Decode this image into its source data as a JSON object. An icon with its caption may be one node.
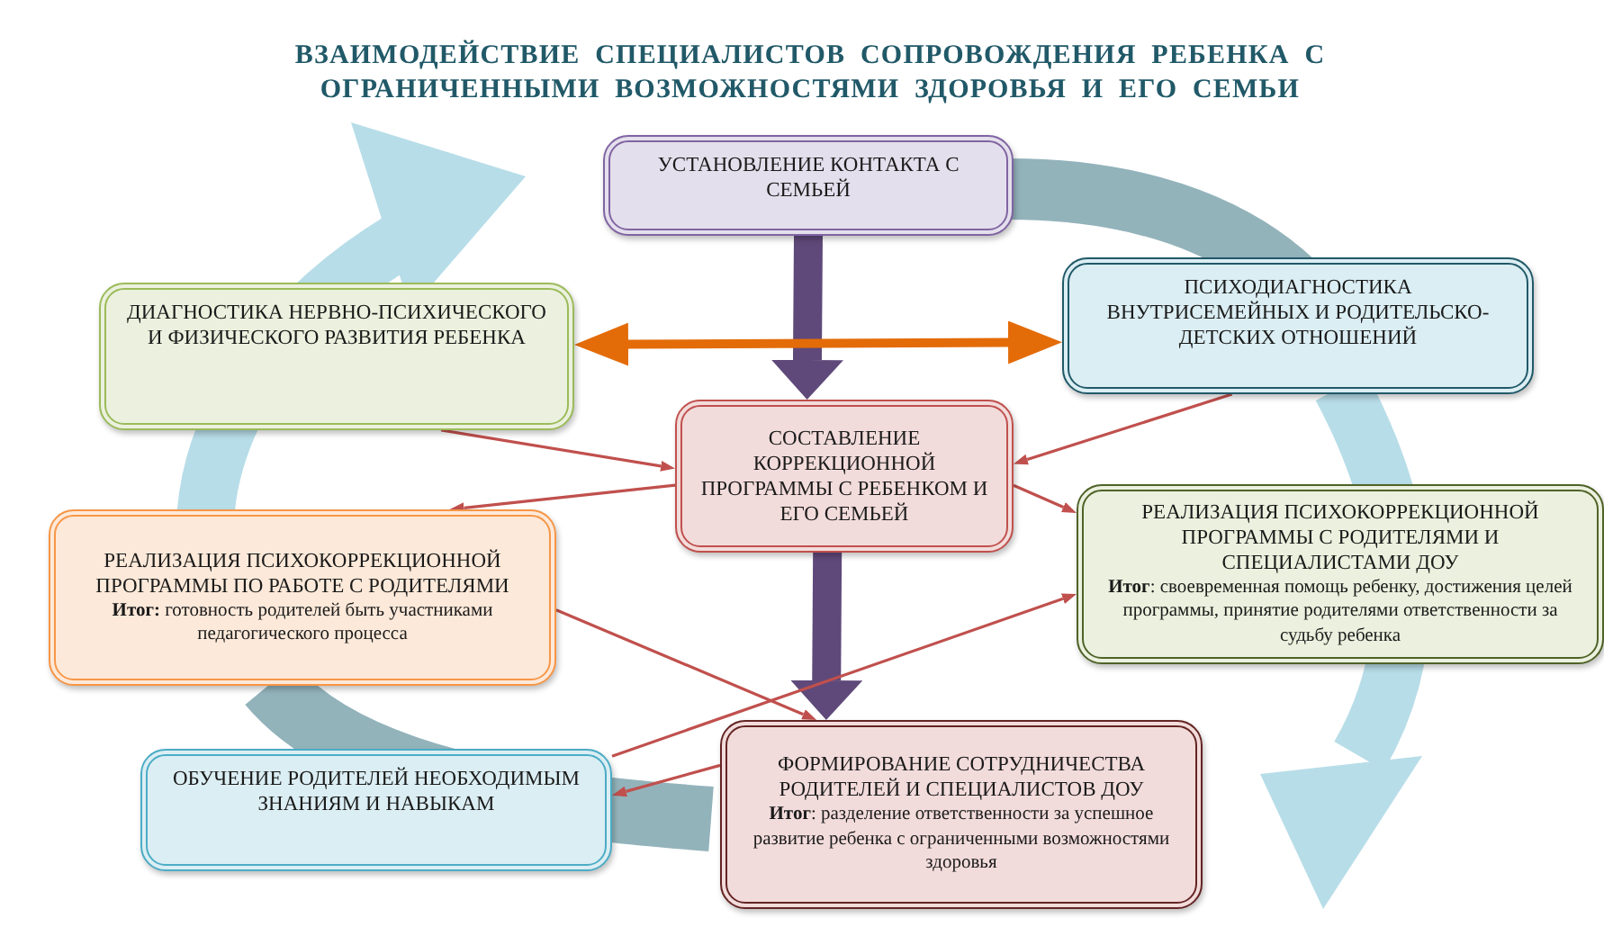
{
  "diagram": {
    "title": "ВЗАИМОДЕЙСТВИЕ СПЕЦИАЛИСТОВ СОПРОВОЖДЕНИЯ РЕБЕНКА С ОГРАНИЧЕННЫМИ ВОЗМОЖНОСТЯМИ ЗДОРОВЬЯ И ЕГО СЕМЬИ",
    "nodes": [
      {
        "text": [
          "УСТАНОВЛЕНИЕ КОНТАКТА С СЕМЬЕЙ"
        ]
      },
      {
        "text": [
          "ДИАГНОСТИКА НЕРВНО-ПСИХИЧЕСКОГО И ФИЗИЧЕСКОГО РАЗВИТИЯ РЕБЕНКА"
        ]
      },
      {
        "text": [
          "ПСИХОДИАГНОСТИКА ВНУТРИСЕМЕЙНЫХ И РОДИТЕЛЬСКО-ДЕТСКИХ ОТНОШЕНИЙ"
        ]
      },
      {
        "text": [
          "СОСТАВЛЕНИЕ КОРРЕКЦИОННОЙ ПРОГРАММЫ С РЕБЕНКОМ И ЕГО СЕМЬЕЙ"
        ]
      },
      {
        "text": [
          "РЕАЛИЗАЦИЯ ПСИХОКОРРЕКЦИОННОЙ ПРОГРАММЫ ПО РАБОТЕ С РОДИТЕЛЯМИ",
          "**Итог:** готовность родителей быть участниками педагогического процесса"
        ]
      },
      {
        "text": [
          "РЕАЛИЗАЦИЯ ПСИХОКОРРЕКЦИОННОЙ ПРОГРАММЫ С РОДИТЕЛЯМИ И СПЕЦИАЛИСТАМИ ДОУ",
          "**Итог**: своевременная помощь ребенку, достижения целей программы, принятие родителями ответственности за судьбу ребенка"
        ]
      },
      {
        "text": [
          "ОБУЧЕНИЕ РОДИТЕЛЕЙ НЕОБХОДИМЫМ ЗНАНИЯМ И НАВЫКАМ"
        ]
      },
      {
        "text": [
          "ФОРМИРОВАНИЕ СОТРУДНИЧЕСТВА РОДИТЕЛЕЙ И СПЕЦИАЛИСТОВ ДОУ",
          "**Итог**: разделение ответственности за успешное развитие ребенка с ограниченными возможностями здоровья"
        ]
      }
    ],
    "edges": [
      {
        "from": 0,
        "to": 3,
        "arrow": "to",
        "style": "thick",
        "color": "#5f497a"
      },
      {
        "from": 1,
        "to": 2,
        "arrow": "both",
        "style": "thick",
        "color": "#e36c09"
      },
      {
        "from": 1,
        "to": 3,
        "arrow": "to"
      },
      {
        "from": 3,
        "to": 4,
        "arrow": "to"
      },
      {
        "from": 2,
        "to": 3,
        "arrow": "to"
      },
      {
        "from": 3,
        "to": 5,
        "arrow": "to"
      },
      {
        "from": 3,
        "to": 7,
        "arrow": "to",
        "style": "thick",
        "color": "#5f497a"
      },
      {
        "from": 4,
        "to": 7,
        "arrow": "to"
      },
      {
        "from": 6,
        "to": 5,
        "arrow": "to"
      },
      {
        "from": 7,
        "to": 6,
        "arrow": "to"
      }
    ]
  }
}
